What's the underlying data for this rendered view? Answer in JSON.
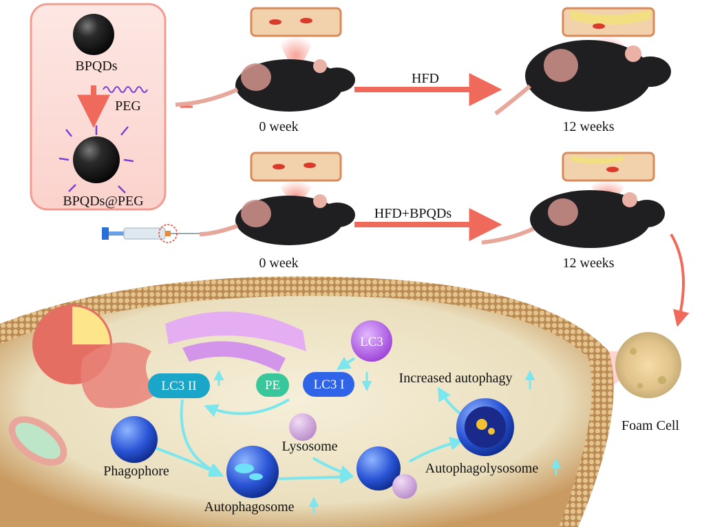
{
  "nanoparticle_panel": {
    "core_label": "BPQDs",
    "polymer_label": "PEG",
    "coated_label": "BPQDs@PEG"
  },
  "timeline": {
    "control": {
      "diet_label": "HFD",
      "start_label": "0 week",
      "end_label": "12 weeks"
    },
    "treated": {
      "diet_label": "HFD+BPQDs",
      "start_label": "0 week",
      "end_label": "12 weeks"
    }
  },
  "cell": {
    "markers": {
      "lc3": "LC3",
      "lc3_i": "LC3 I",
      "lc3_ii": "LC3 II",
      "pe": "PE"
    },
    "stages": {
      "phagophore": "Phagophore",
      "autophagosome": "Autophagosome",
      "lysosome": "Lysosome",
      "autophagolysosome": "Autophagolysosome",
      "outcome": "Increased autophagy"
    },
    "foam_cell_label": "Foam Cell"
  },
  "colors": {
    "arrow_red": "#f06a5c",
    "cyan_arrow": "#7ce6ef",
    "lc3_purple": "#b866e6",
    "lc3i_blue": "#2f63e8",
    "lc3ii_teal": "#1aa6c9",
    "pe_green": "#38c79a",
    "membrane": "#c99b62"
  }
}
